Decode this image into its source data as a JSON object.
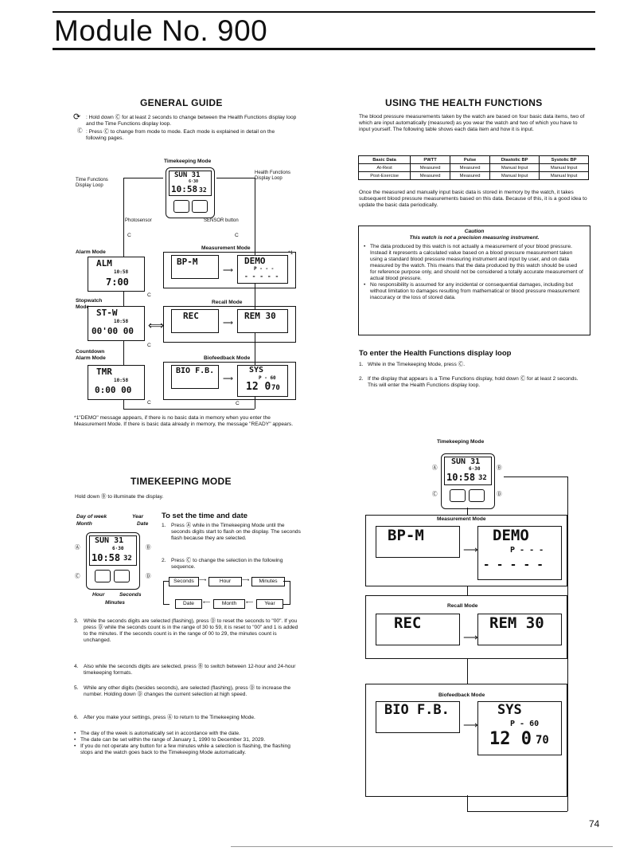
{
  "header": {
    "title": "Module No. 900"
  },
  "general_guide": {
    "heading": "GENERAL GUIDE",
    "legend_1": ": Hold down Ⓒ for at least 2 seconds to change between the Health Functions display loop and the Time Functions display loop.",
    "legend_2": ": Press Ⓒ to change from mode to mode. Each mode is explained in detail on the following pages.",
    "legend_2_symbol": "Ⓒ",
    "diagram": {
      "timekeeping_mode": "Timekeeping Mode",
      "time_functions_loop": "Time Functions Display Loop",
      "health_functions_loop": "Health Functions Display Loop",
      "photosensor": "Photosensor",
      "sensor_button": "SENSOR button",
      "alarm_mode": "Alarm Mode",
      "stopwatch_mode": "Stopwatch Mode",
      "countdown_mode": "Countdown Alarm Mode",
      "measurement_mode": "Measurement Mode",
      "recall_mode": "Recall Mode",
      "biofeedback_mode": "Biofeedback Mode",
      "c_label": "C",
      "footnote_marker": "*1",
      "lcd": {
        "day": "SUN 31",
        "date": "6·30",
        "time": "10:58",
        "secs": "32",
        "alm": "ALM",
        "alm_small": "10:58",
        "alm_time": "7:00",
        "st": "ST-W",
        "st_small": "10:58",
        "st_time": "00'00 00",
        "tmr": "TMR",
        "tmr_small": "10:58",
        "tmr_time": "0:00 00",
        "bpm": "BP-M",
        "demo": "DEMO",
        "demo_p": "P - - -",
        "demo_dashes": "- - -  - -",
        "rec": "REC",
        "rem": "REM 30",
        "biofb": "BIO F.B.",
        "sys": "SYS",
        "sys_p": "P - 60",
        "sys_val": "12 0",
        "sys_val2": "70"
      }
    },
    "footnote": "*1\"DEMO\" message appears, if there is no basic data in memory when you enter the Measurement Mode. If there is basic data already in memory, the message \"READY\" appears."
  },
  "timekeeping": {
    "heading": "TIMEKEEPING MODE",
    "intro": "Hold down Ⓑ to illuminate the display.",
    "labels": {
      "day_of_week": "Day of week",
      "month": "Month",
      "year": "Year",
      "date": "Date",
      "hour": "Hour",
      "seconds": "Seconds",
      "minutes": "Minutes"
    },
    "set_heading": "To set the time and date",
    "step1": "Press Ⓐ while in the Timekeeping Mode until the seconds digits start to flash on the display. The seconds flash because they are selected.",
    "step2": "Press Ⓒ to change the selection in the following sequence.",
    "sequence_top": [
      "Seconds",
      "Hour",
      "Minutes"
    ],
    "sequence_bottom": [
      "Date",
      "Month",
      "Year"
    ],
    "step3": "While the seconds digits are selected (flashing), press Ⓓ to reset the seconds to \"00\". If you press Ⓓ while the seconds count is in the range of 30 to 59, it is reset to \"00\" and 1 is added to the minutes. If the seconds count is in the range of 00 to 29, the minutes count is unchanged.",
    "step4": "Also while the seconds digits are selected, press Ⓑ to switch between 12-hour and 24-hour timekeeping formats.",
    "step5": "While any other digits (besides seconds), are selected (flashing), press Ⓓ to increase the number. Holding down Ⓓ changes the current selection at high speed.",
    "step6": "After you make your settings, press Ⓐ to return to the Timekeeping Mode.",
    "bullets": [
      "The day of the week is automatically set in accordance with the date.",
      "The date can be set within the range of January 1, 1990 to December 31, 2029.",
      "If you do not operate any button for a few minutes while a selection is flashing, the flashing stops and the watch goes back to the Timekeeping Mode automatically."
    ]
  },
  "health": {
    "heading": "USING THE HEALTH FUNCTIONS",
    "intro": "The blood pressure measurements taken by the watch are based on four basic data items, two of which are input automatically (measured) as you wear the watch and two of which you have to input yourself. The following table shows each data item and how it is input.",
    "table": {
      "headers": [
        "Basic Data",
        "PWTT",
        "Pulse",
        "Diastolic BP",
        "Systolic BP"
      ],
      "rows": [
        [
          "At-Rest",
          "Measured",
          "Measured",
          "Manual Input",
          "Manual Input"
        ],
        [
          "Post-Exercise",
          "Measured",
          "Measured",
          "Manual Input",
          "Manual Input"
        ]
      ]
    },
    "after_table": "Once the measured and manually input basic data is stored in memory by the watch, it takes subsequent blood pressure measurements based on this data. Because of this, it is a good idea to update the basic data periodically.",
    "caution_title": "Caution",
    "caution_sub": "This watch is not a precision measuring instrument.",
    "caution_1": "The data produced by this watch is not actually a measurement of your blood pressure. Instead it represents a calculated value based on a blood pressure measurement taken using a standard blood pressure measuring instrument and input by user, and on data measured by the watch. This means that the data produced by this watch should be used for reference purpose only, and should not be considered a totally accurate measurement of actual blood pressure.",
    "caution_2": "No responsibility is assumed for any incidental or consequential damages, including but without limitation to damages resulting from mathematical or blood pressure measurement inaccuracy or the loss of stored data.",
    "enter_heading": "To enter the Health Functions display loop",
    "enter_1": "While in the Timekeeping Mode, press Ⓒ.",
    "enter_2": "If the display that appears is a Time Functions display, hold down Ⓒ for at least 2 seconds. This will enter the Health Functions display loop.",
    "diagram": {
      "timekeeping_mode": "Timekeeping Mode",
      "measurement_mode": "Measurement Mode",
      "recall_mode": "Recall Mode",
      "biofeedback_mode": "Biofeedback Mode"
    }
  },
  "footer": {
    "page_number": "74"
  }
}
